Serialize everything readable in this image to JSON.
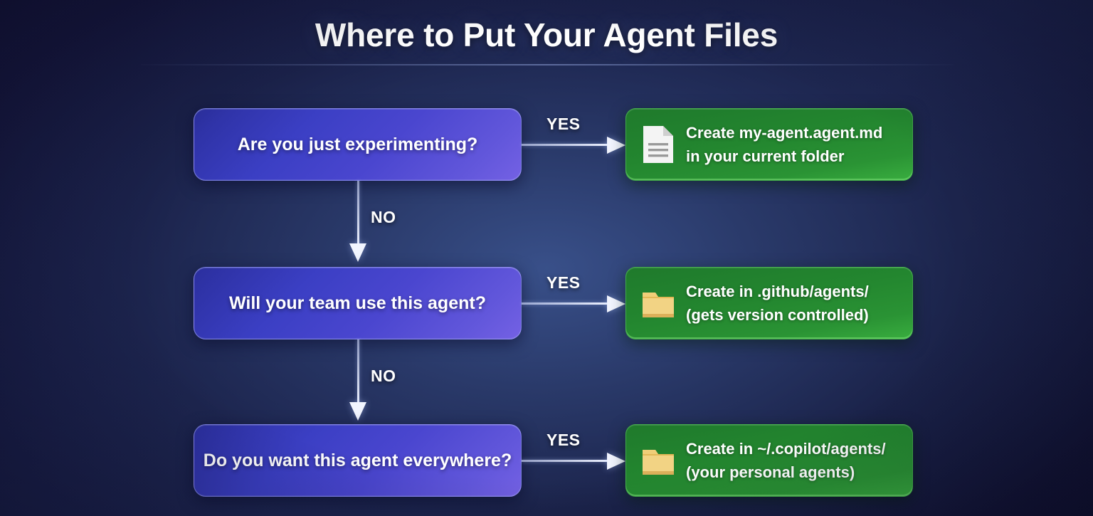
{
  "header": {
    "title": "Where to Put Your Agent Files"
  },
  "colors": {
    "background_dark": "#141438",
    "background_center": "#3a528c",
    "decision_gradient_start": "#2b2f9e",
    "decision_gradient_end": "#7461e4",
    "action_gradient_start": "#1f7a2c",
    "action_gradient_end": "#39ad3f",
    "arrow": "#f2f5ff",
    "text": "#ffffff",
    "folder_icon": "#f0cf6e",
    "document_icon": "#f2f2f2"
  },
  "flow": {
    "rows": [
      {
        "decision": "Are you just experimenting?",
        "yes_label": "YES",
        "no_label": "NO",
        "has_no_branch": true,
        "action": {
          "icon": "document-icon",
          "line1": "Create my-agent.agent.md",
          "line2": "in your current folder"
        }
      },
      {
        "decision": "Will your team use this agent?",
        "yes_label": "YES",
        "no_label": "NO",
        "has_no_branch": true,
        "action": {
          "icon": "folder-icon",
          "line1": "Create in .github/agents/",
          "line2": "(gets version controlled)"
        }
      },
      {
        "decision": "Do you want this agent everywhere?",
        "yes_label": "YES",
        "no_label": "",
        "has_no_branch": false,
        "action": {
          "icon": "folder-icon",
          "line1": "Create in ~/.copilot/agents/",
          "line2": "(your personal agents)"
        }
      }
    ]
  }
}
